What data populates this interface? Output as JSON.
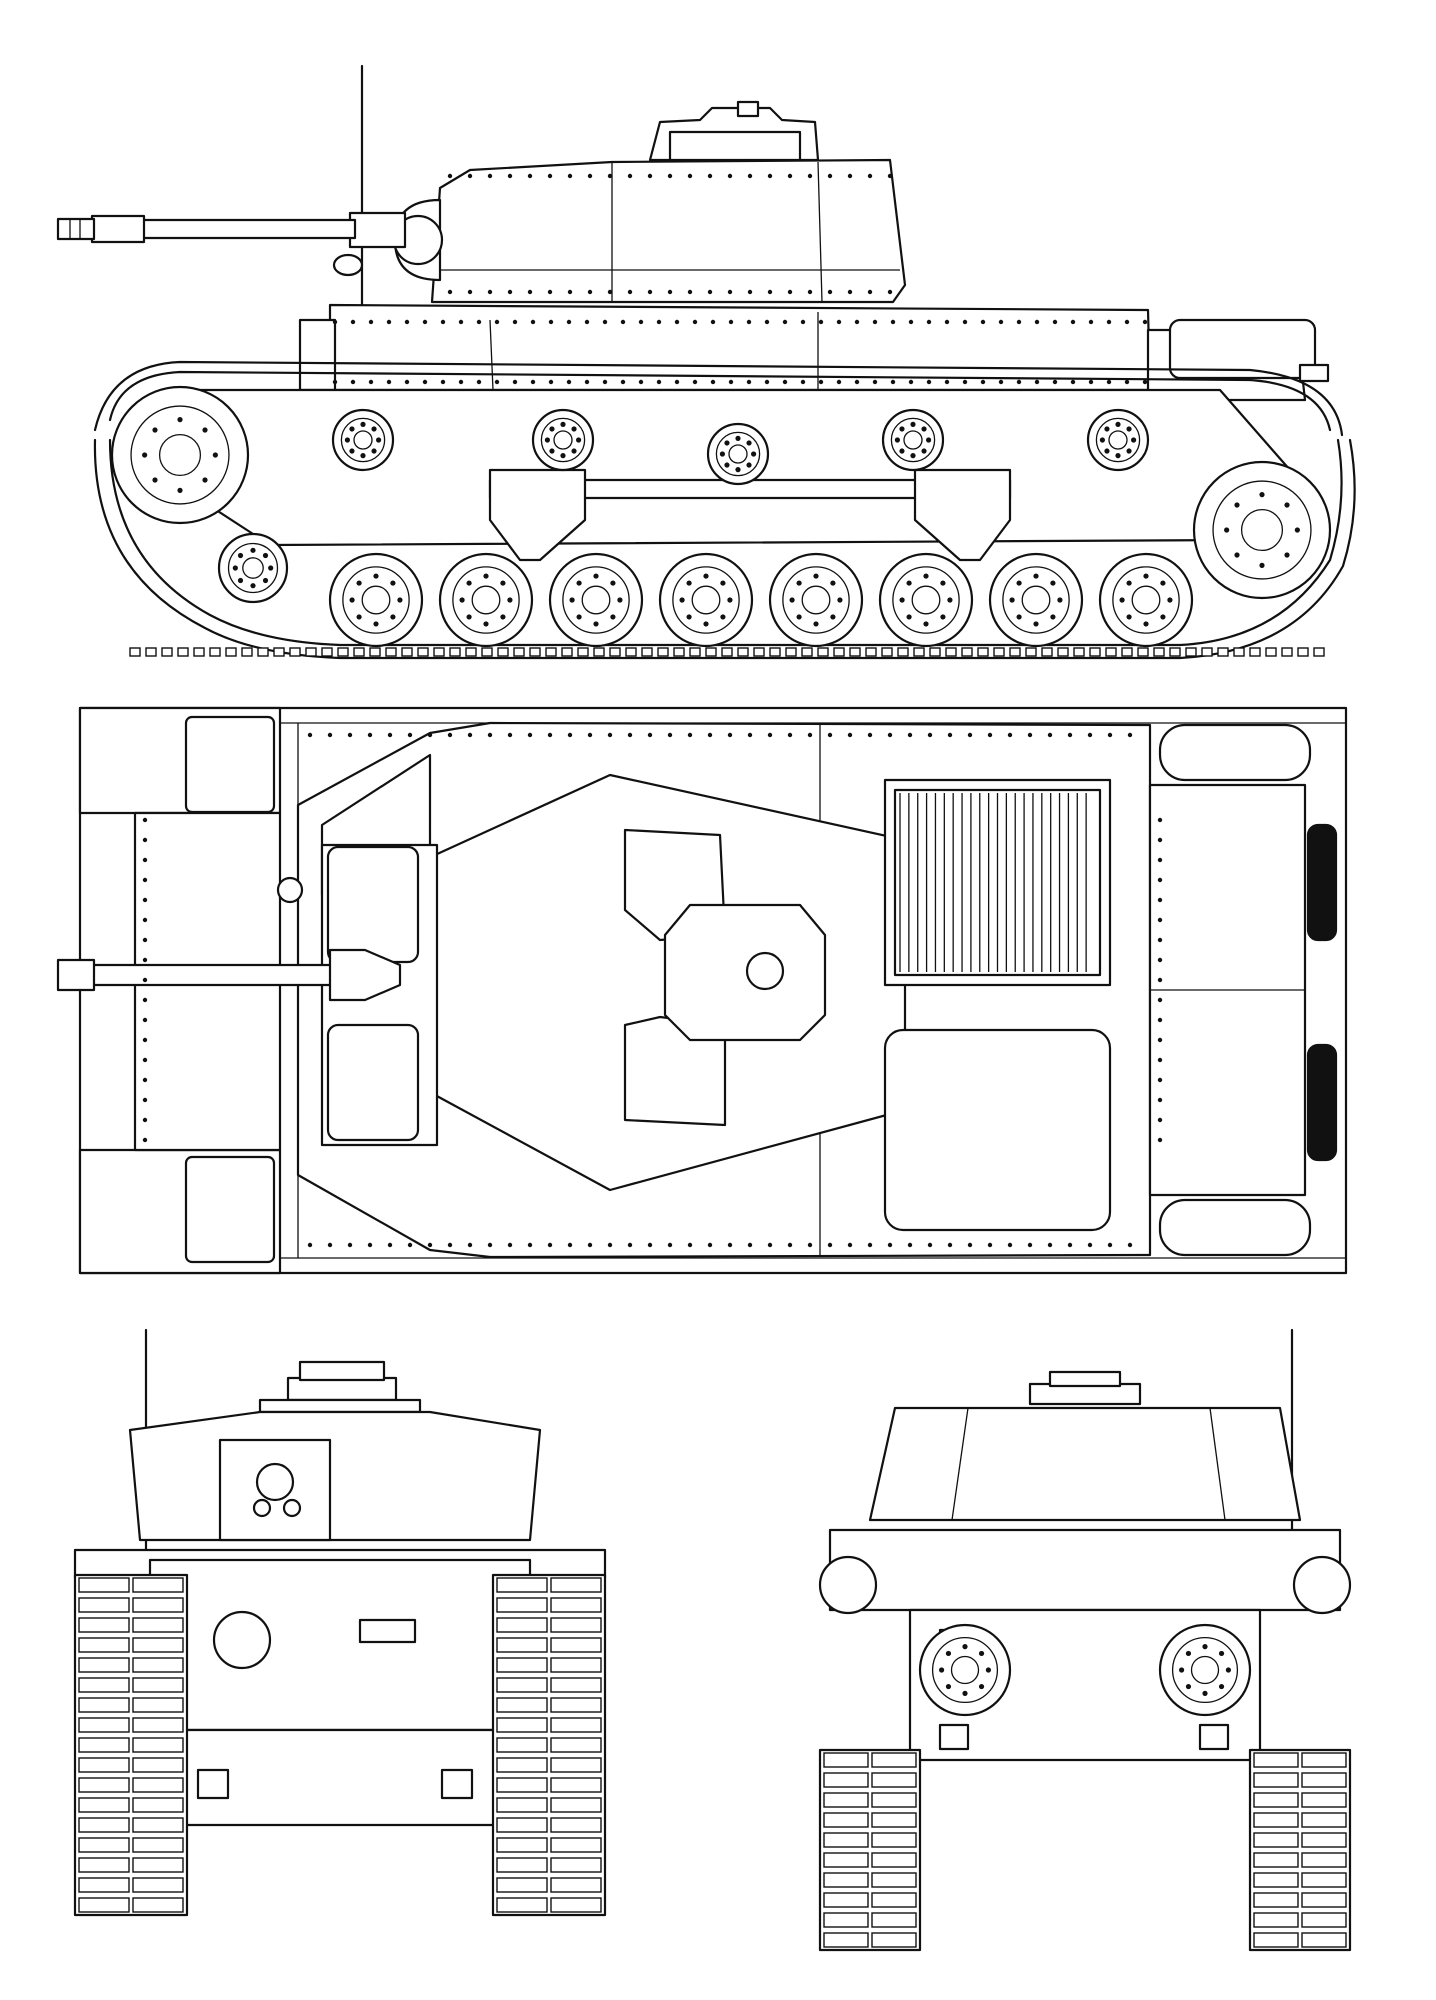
{
  "drawing": {
    "subject": "",
    "views": [
      {
        "id": "side",
        "label": ""
      },
      {
        "id": "top",
        "label": ""
      },
      {
        "id": "front",
        "label": ""
      },
      {
        "id": "rear",
        "label": ""
      }
    ],
    "colors": {
      "ink": "#111111",
      "paper": "#ffffff"
    },
    "road_wheels_per_side": 8,
    "return_rollers_per_side": 5,
    "suspension_bogies_per_side": 2,
    "engine_grille_slats": 22
  }
}
